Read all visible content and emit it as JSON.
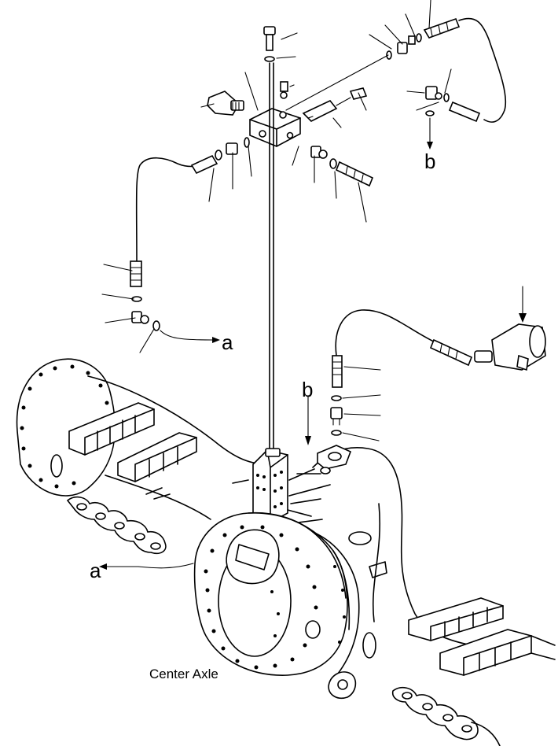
{
  "labels": {
    "ref_a_top": "a",
    "ref_a_left": "a",
    "ref_b_top": "b",
    "ref_b_mid": "b",
    "caption": "Center Axle"
  },
  "colors": {
    "ink": "#000000",
    "paper": "#ffffff"
  }
}
